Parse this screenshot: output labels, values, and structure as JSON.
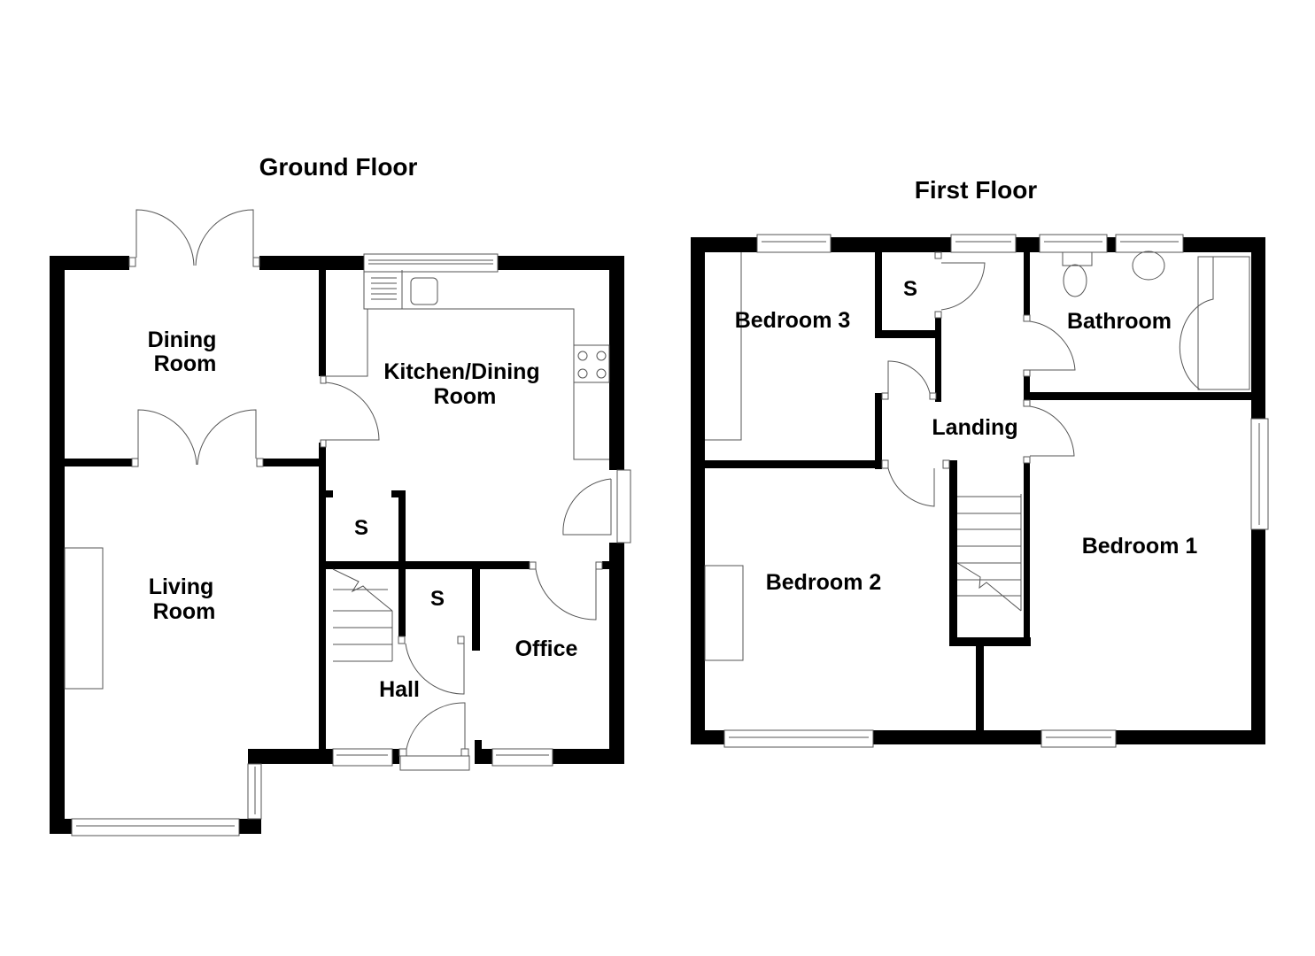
{
  "floors": [
    {
      "title": "Ground Floor",
      "rooms": [
        {
          "name": "Dining Room",
          "lines": [
            "Dining",
            "Room"
          ]
        },
        {
          "name": "Kitchen/Dining Room",
          "lines": [
            "Kitchen/Dining",
            "Room"
          ]
        },
        {
          "name": "Living Room",
          "lines": [
            "Living",
            "Room"
          ]
        },
        {
          "name": "Storage 1",
          "lines": [
            "S"
          ]
        },
        {
          "name": "Storage 2",
          "lines": [
            "S"
          ]
        },
        {
          "name": "Hall",
          "lines": [
            "Hall"
          ]
        },
        {
          "name": "Office",
          "lines": [
            "Office"
          ]
        }
      ]
    },
    {
      "title": "First Floor",
      "rooms": [
        {
          "name": "Bedroom 3",
          "lines": [
            "Bedroom 3"
          ]
        },
        {
          "name": "Storage",
          "lines": [
            "S"
          ]
        },
        {
          "name": "Bathroom",
          "lines": [
            "Bathroom"
          ]
        },
        {
          "name": "Landing",
          "lines": [
            "Landing"
          ]
        },
        {
          "name": "Bedroom 2",
          "lines": [
            "Bedroom 2"
          ]
        },
        {
          "name": "Bedroom 1",
          "lines": [
            "Bedroom 1"
          ]
        }
      ]
    }
  ],
  "colors": {
    "wall": "#000000",
    "fixture_line": "#555555",
    "background": "#ffffff"
  }
}
